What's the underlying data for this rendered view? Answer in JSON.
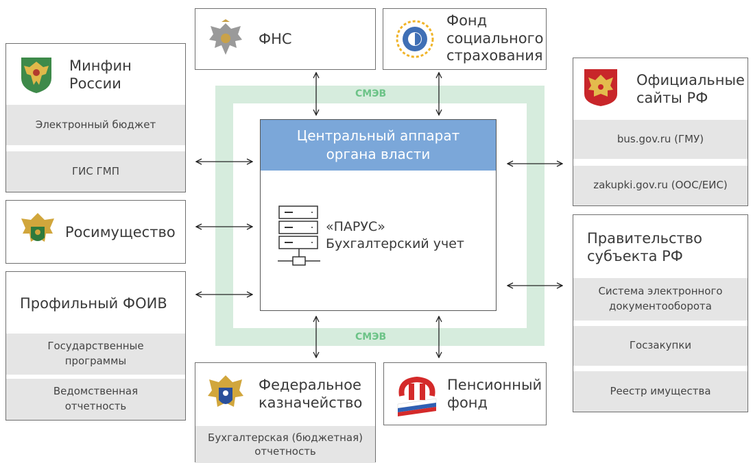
{
  "smev": {
    "top_label": "СМЭВ",
    "bottom_label": "СМЭВ"
  },
  "central": {
    "title_line1": "Центральный аппарат",
    "title_line2": "органа власти",
    "system_line1": "«ПАРУС»",
    "system_line2": "Бухгалтерский учет"
  },
  "fns": {
    "title": "ФНС"
  },
  "fss": {
    "line1": "Фонд",
    "line2": "социального",
    "line3": "страхования"
  },
  "minfin": {
    "line1": "Минфин",
    "line2": "России",
    "items": [
      "Электронный бюджет",
      "ГИС ГМП"
    ]
  },
  "rosim": {
    "title": "Росимущество"
  },
  "foiv": {
    "title": "Профильный ФОИВ",
    "items": [
      {
        "line1": "Государственные",
        "line2": "программы"
      },
      {
        "line1": "Ведомственная",
        "line2": "отчетность"
      }
    ]
  },
  "kazna": {
    "line1": "Федеральное",
    "line2": "казначейство",
    "item_line1": "Бухгалтерская (бюджетная)",
    "item_line2": "отчетность"
  },
  "pfr": {
    "line1": "Пенсионный",
    "line2": "фонд"
  },
  "sites": {
    "line1": "Официальные",
    "line2": "сайты РФ",
    "items": [
      "bus.gov.ru (ГМУ)",
      "zakupki.gov.ru (ООС/ЕИС)"
    ]
  },
  "subject": {
    "line1": "Правительство",
    "line2": "субъекта РФ",
    "items": [
      {
        "line1": "Система электронного",
        "line2": "документооборота"
      },
      {
        "line1": "Госзакупки",
        "line2": ""
      },
      {
        "line1": "Реестр имущества",
        "line2": ""
      }
    ]
  },
  "colors": {
    "smev_frame": "#d6ecdd",
    "smev_text": "#6cc387",
    "central_header": "#7ba7d9",
    "grey_panel": "#e5e5e5"
  },
  "icons": [
    "russian-eagle-emblem",
    "fss-logo",
    "minfin-emblem",
    "rosimushchestvo-emblem",
    "kaznacheystvo-emblem",
    "pfr-logo",
    "server-stack-icon"
  ]
}
